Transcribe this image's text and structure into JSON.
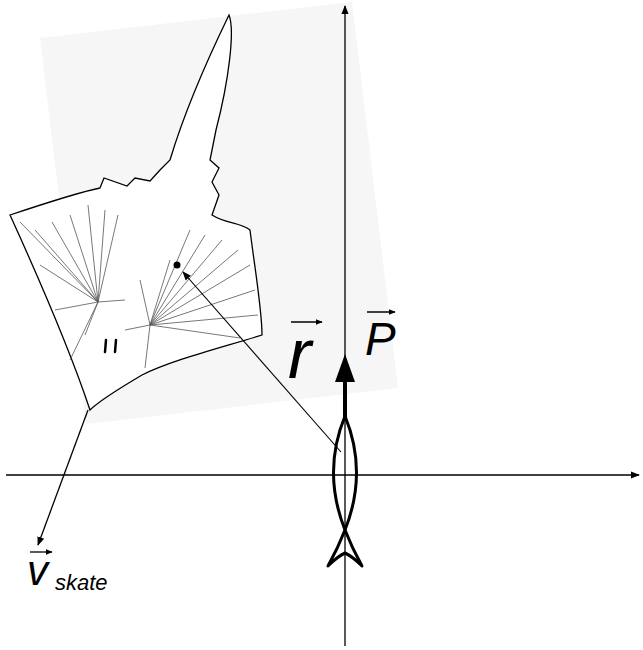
{
  "diagram": {
    "labels": [
      "P",
      "r",
      "v",
      "skate"
    ]
  }
}
